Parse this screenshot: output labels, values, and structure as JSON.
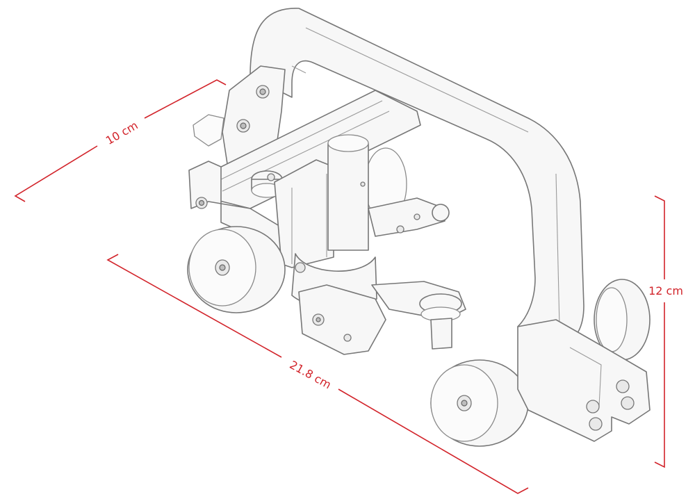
{
  "diagram": {
    "dimensions": {
      "depth": "10 cm",
      "length": "21.8 cm",
      "height": "12 cm"
    },
    "colors": {
      "dimension_line": "#d2232a",
      "drawing_stroke": "#777777",
      "drawing_fill": "#f7f7f7"
    }
  }
}
